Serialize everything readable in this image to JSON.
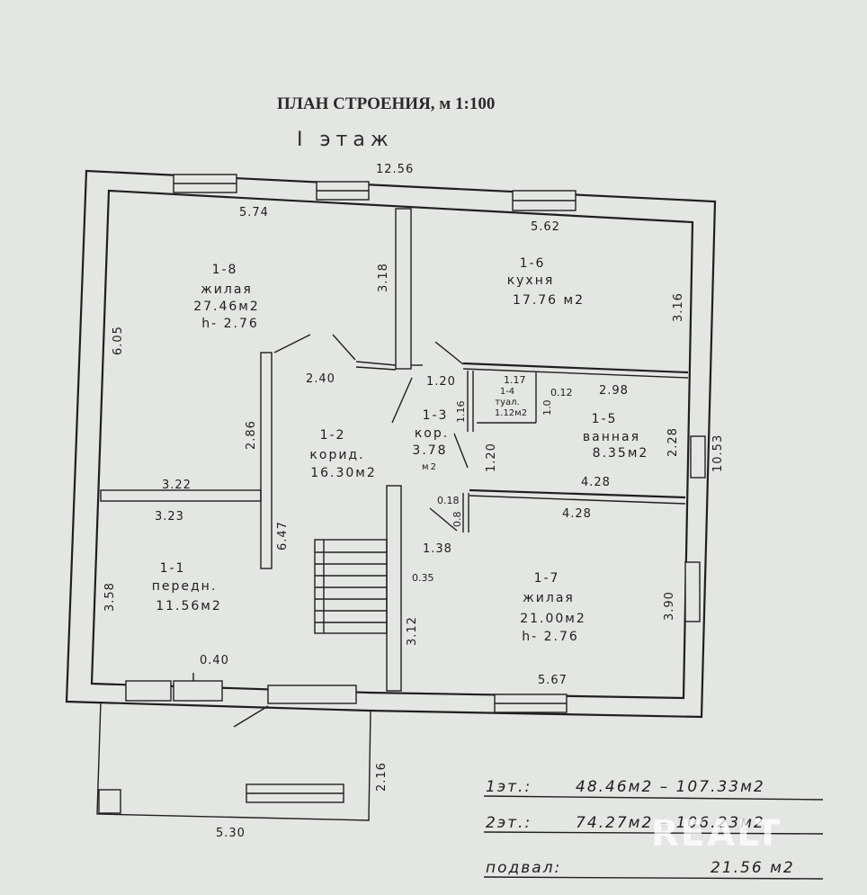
{
  "header": {
    "title": "ПЛАН СТРОЕНИЯ, м 1:100",
    "floor_label": "I этаж"
  },
  "dimensions": {
    "overall_width": "12.56",
    "top_left_room": "5.74",
    "top_right_room": "5.62",
    "left_height": "6.05",
    "r18_wall": "3.18",
    "r16_wall": "3.16",
    "corridor_top": "2.40",
    "corridor_side": "2.86",
    "mid_left_upper": "3.22",
    "mid_left_lower": "3.23",
    "corridor_vertical": "6.47",
    "hall_height": "3.58",
    "hall_step": "0.40",
    "stair_wall": "3.12",
    "entry_width": "5.30",
    "entry_depth": "2.16",
    "small_120a": "1.20",
    "small_120b": "1.20",
    "small_116": "1.16",
    "small_117": "1.17",
    "small_012": "0.12",
    "small_10": "1.0",
    "small_018": "0.18",
    "small_08": "0.8",
    "small_138": "1.38",
    "small_035": "0.35",
    "bath_top": "2.98",
    "bath_bottom": "4.28",
    "r17_top": "4.28",
    "bath_side": "2.28",
    "right_total": "10.53",
    "r17_side": "3.90",
    "r17_bottom": "5.67"
  },
  "rooms": {
    "r18": {
      "id": "1-8",
      "name": "жилая",
      "area": "27.46м2",
      "height": "h- 2.76"
    },
    "r16": {
      "id": "1-6",
      "name": "кухня",
      "area": "17.76 м2"
    },
    "r12": {
      "id": "1-2",
      "name": "корид.",
      "area": "16.30м2"
    },
    "r13": {
      "id": "1-3",
      "name": "кор.",
      "area": "3.78",
      "unit": "м2"
    },
    "r14": {
      "id": "1-4",
      "name": "туал.",
      "area": "1.12м2"
    },
    "r15": {
      "id": "1-5",
      "name": "ванная",
      "area": "8.35м2"
    },
    "r11": {
      "id": "1-1",
      "name": "передн.",
      "area": "11.56м2"
    },
    "r17": {
      "id": "1-7",
      "name": "жилая",
      "area": "21.00м2",
      "height": "h- 2.76"
    }
  },
  "summary": {
    "line1_label": "1эт.:",
    "line1_value": "48.46м2 – 107.33м2",
    "line2_label": "2эт.:",
    "line2_value": "74.27м2 – 106.23м2",
    "line3_label": "подвал:",
    "line3_value": "21.56 м2"
  },
  "watermark": "REALT"
}
